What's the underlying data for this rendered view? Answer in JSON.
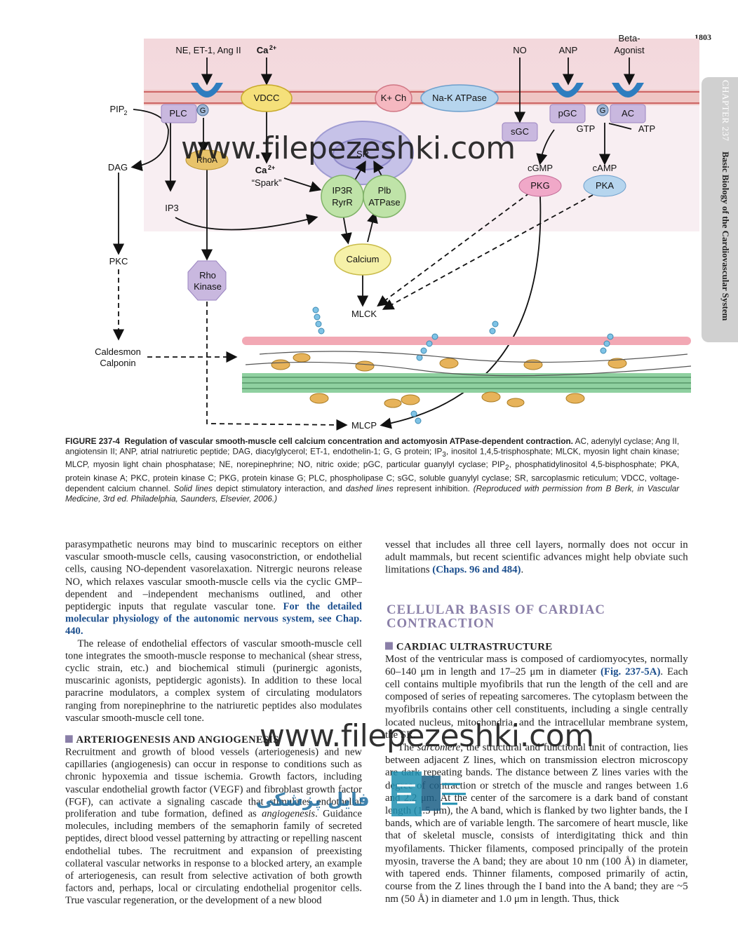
{
  "page_number": "1803",
  "side_tab": {
    "chapter": "CHAPTER 237",
    "title": "Basic Biology of the Cardiovascular System"
  },
  "figure": {
    "labels": {
      "ne": "NE, ET-1, Ang II",
      "ca_top": "Ca",
      "ca_sup": "2+",
      "no": "NO",
      "anp": "ANP",
      "beta1": "Beta-",
      "beta2": "Agonist",
      "vdcc": "VDCC",
      "kch": "K+ Ch",
      "naka": "Na-K ATPase",
      "pip2": "PIP",
      "pip2_sub": "2",
      "plc": "PLC",
      "g": "G",
      "pgc": "pGC",
      "ac": "AC",
      "sgc": "sGC",
      "gtp": "GTP",
      "atp": "ATP",
      "dag": "DAG",
      "rhoa": "RhoA",
      "sr": "SR",
      "spark_ca": "Ca",
      "spark_sup": "2+",
      "spark": "“Spark”",
      "ip3r1": "IP3R",
      "ip3r2": "RyrR",
      "plb1": "Plb",
      "plb2": "ATPase",
      "cgmp": "cGMP",
      "camp": "cAMP",
      "pkg": "PKG",
      "pka": "PKA",
      "ip3": "IP3",
      "pkc": "PKC",
      "calcium": "Calcium",
      "rho1": "Rho",
      "rho2": "Kinase",
      "mlck": "MLCK",
      "cald1": "Caldesmon",
      "cald2": "Calponin",
      "mlcp": "MLCP"
    }
  },
  "caption": {
    "label": "FIGURE 237-4",
    "title": "Regulation of vascular smooth-muscle cell calcium concentration and actomyosin ATPase-dependent contraction.",
    "body1": " AC, adenylyl cyclase; Ang II, angiotensin II; ANP, atrial natriuretic peptide; DAG, diacylglycerol; ET-1, endothelin-1; G, G protein; IP",
    "sub3": "3",
    "body2": ", inositol 1,4,5-trisphosphate; MLCK, myosin light chain kinase; MLCP, myosin light chain phosphatase; NE, norepinephrine; NO, nitric oxide; pGC, particular guanylyl cyclase; PIP",
    "sub2": "2",
    "body3": ", phosphatidylinositol 4,5-bisphosphate; PKA, protein kinase A; PKC, protein kinase C; PKG, protein kinase G; PLC, phospholipase C; sGC, soluble guanylyl cyclase; SR, sarcoplasmic reticulum; VDCC, voltage-dependent calcium channel. ",
    "solid": "Solid lines",
    "body4": " depict stimulatory interaction, and ",
    "dashed": "dashed lines",
    "body5": " represent inhibition. ",
    "source": "(Reproduced with permission from B Berk, in Vascular Medicine, 3rd ed. Philadelphia, Saunders, Elsevier, 2006.)"
  },
  "left": {
    "p1": "parasympathetic neurons may bind to muscarinic receptors on either vascular smooth-muscle cells, causing vasoconstriction, or endothelial cells, causing NO-dependent vasorelaxation. Nitrergic neurons release NO, which relaxes vascular smooth-muscle cells via the cyclic GMP–dependent and –independent mechanisms outlined, and other peptidergic inputs that regulate vascular tone. ",
    "p1_link": "For the detailed molecular physiology of the autonomic nervous system, see Chap. 440.",
    "p2": "The release of endothelial effectors of vascular smooth-muscle cell tone integrates the smooth-muscle response to mechanical (shear stress, cyclic strain, etc.) and biochemical stimuli (purinergic agonists, muscarinic agonists, peptidergic agonists). In addition to these local paracrine modulators, a complex system of circulating modulators ranging from norepinephrine to the natriuretic peptides also modulates vascular smooth-muscle cell tone.",
    "h_arterio": "ARTERIOGENESIS AND ANGIOGENESIS",
    "p3a": "Recruitment and growth of blood vessels (arteriogenesis) and new capillaries (angiogenesis) can occur in response to conditions such as chronic hypoxemia and tissue ischemia. Growth factors, including vascular endothelial growth factor (VEGF) and fibroblast growth factor (FGF), can activate a signaling cascade that stimulates endothelial proliferation and tube formation, defined as ",
    "p3_em": "angiogenesis",
    "p3b": ". Guidance molecules, including members of the semaphorin family of secreted peptides, direct blood vessel patterning by attracting or repelling nascent endothelial tubes. The recruitment and expansion of preexisting collateral vascular networks in response to a blocked artery, an example of arteriogenesis, can result from selective activation of both growth factors and, perhaps, local or circulating endothelial progenitor cells. True vascular regeneration, or the development of a new blood"
  },
  "right": {
    "p1": "vessel that includes all three cell layers, normally does not occur in adult mammals, but recent scientific advances might help obviate such limitations ",
    "p1_link": "(Chaps. 96 and 484)",
    "p1_end": ".",
    "h_cell1": "CELLULAR BASIS OF CARDIAC",
    "h_cell2": "CONTRACTION",
    "h_ultra": "CARDIAC ULTRASTRUCTURE",
    "p2a": "Most of the ventricular mass is composed of cardiomyocytes, normally 60–140 μm in length and 17–25 μm in diameter ",
    "p2_link": "(Fig. 237-5A)",
    "p2b": ". Each cell contains multiple myofibrils that run the length of the cell and are composed of series of repeating sarcomeres. The cytoplasm between the myofibrils contains other cell constituents, including a single centrally located nucleus, mitochondria, and the intracellular membrane system, the SR.",
    "p3a": "The ",
    "p3_em": "sarcomere",
    "p3b": ", the structural and functional unit of contraction, lies between adjacent Z lines, which on transmission electron microscopy are dark repeating bands. The distance between Z lines varies with the degree of contraction or stretch of the muscle and ranges between 1.6 and 2.2 μm. At the center of the sarcomere is a dark band of constant length (1.5 μm), the A band, which is flanked by two lighter bands, the I bands, which are of variable length. The sarcomere of heart muscle, like that of skeletal muscle, consists of interdigitating thick and thin myofilaments. Thicker filaments, composed principally of the protein myosin, traverse the A band; they are about 10 nm (100 Å) in diameter, with tapered ends. Thinner filaments, composed primarily of actin, course from the Z lines through the I band into the A band; they are ~5 nm (50 Å) in diameter and 1.0 μm in length. Thus, thick"
  },
  "watermark": {
    "url": "www.filepezeshki.com",
    "fa": "فایل پزشکی"
  },
  "colors": {
    "membrane": "#f2d2cb",
    "cytoplasm": "#f7ecf1",
    "receptor": "#2e7dbf",
    "green": "#bfe3a8",
    "lavender": "#c9b8df",
    "pink": "#f0a8c8",
    "link": "#1b4e8d",
    "heading": "#8a7fa8"
  }
}
